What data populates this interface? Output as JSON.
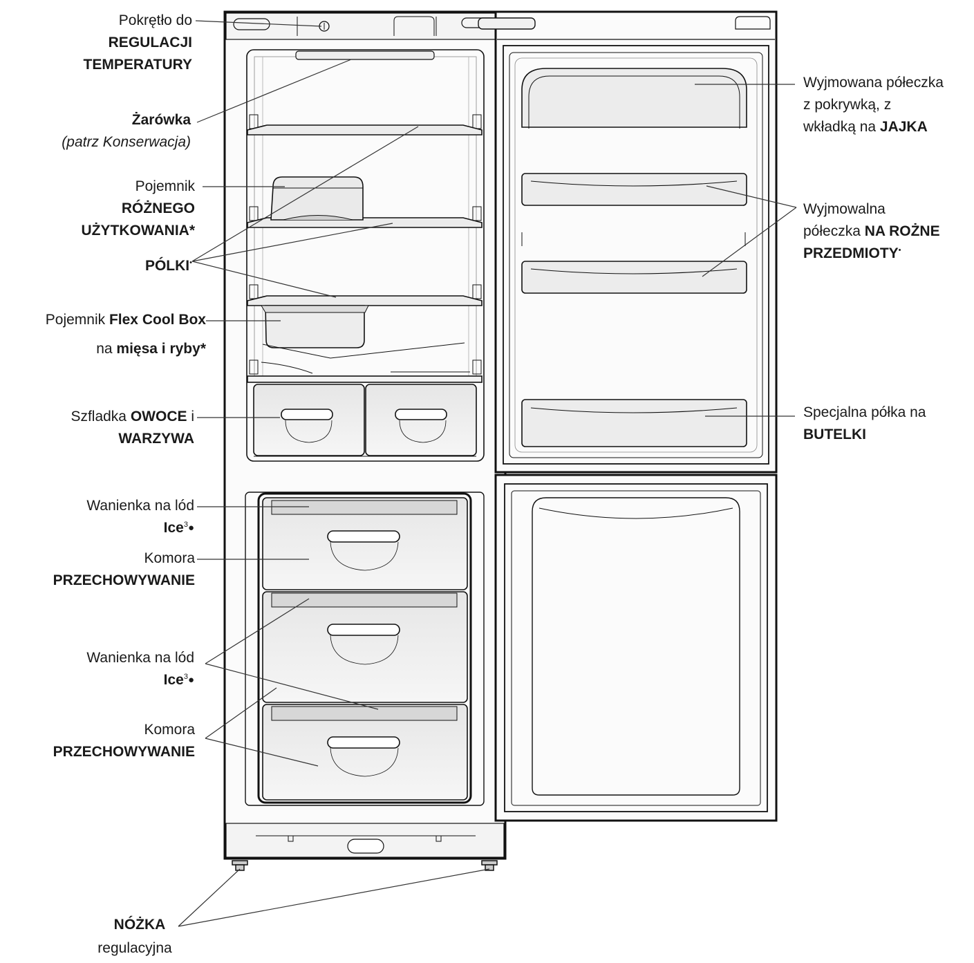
{
  "labels": {
    "temp_knob": {
      "l1": "Pokrętło do",
      "l2": "REGULACJI",
      "l3": "TEMPERATURY"
    },
    "bulb": {
      "l1": "Żarówka",
      "l2": "(patrz Konserwacja)"
    },
    "multi_box": {
      "l1": "Pojemnik",
      "l2": "RÓŻNEGO",
      "l3": "UŻYTKOWANIA*"
    },
    "shelves": {
      "text": "PÓLKI",
      "mark": "•"
    },
    "flex_box": {
      "l1a": "Pojemnik ",
      "l1b": "Flex Cool Box",
      "l2a": "na ",
      "l2b": "mięsa i ryby*"
    },
    "veg_drawer": {
      "l1a": "Szfladka ",
      "l1b": "OWOCE",
      "l1c": " i",
      "l2": "WARZYWA"
    },
    "ice_tray_1": {
      "l1": "Wanienka na lód",
      "l2a": "Ice",
      "l2sup": "3",
      "l2mark": "●"
    },
    "storage_1": {
      "l1": "Komora",
      "l2": "PRZECHOWYWANIE"
    },
    "ice_tray_2": {
      "l1": "Wanienka na lód",
      "l2a": "Ice",
      "l2sup": "3",
      "l2mark": "●"
    },
    "storage_2": {
      "l1": "Komora",
      "l2": "PRZECHOWYWANIE"
    },
    "feet": {
      "l1": "NÓŻKA",
      "l2": "regulacyjna"
    },
    "egg_shelf": {
      "l1": "Wyjmowana półeczka",
      "l2": "z pokrywką, z",
      "l3a": "wkładką na ",
      "l3b": "JAJKA"
    },
    "misc_shelf": {
      "l1": "Wyjmowalna",
      "l2a": "półeczka ",
      "l2b": "NA ROŻNE",
      "l3": "PRZEDMIOTY",
      "mark": "•"
    },
    "bottle_shelf": {
      "l1": "Specjalna półka na",
      "l2": "BUTELKI"
    }
  }
}
